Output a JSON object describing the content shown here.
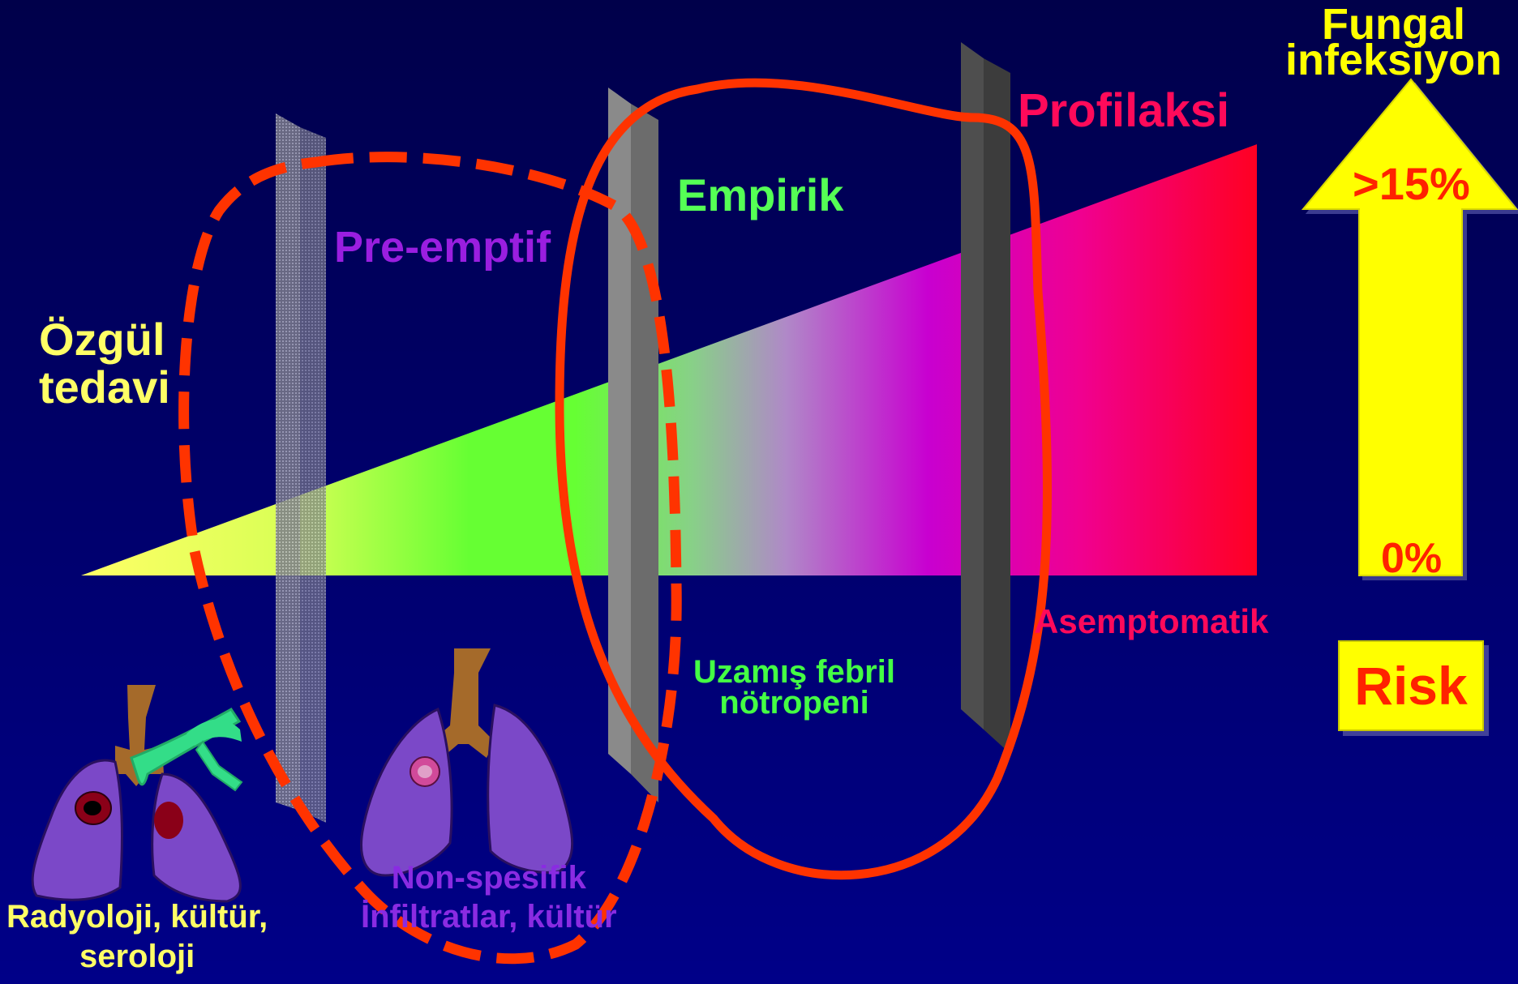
{
  "labels": {
    "ozgul_line1": "Özgül",
    "ozgul_line2": "tedavi",
    "preemptif": "Pre-emptif",
    "empirik": "Empirik",
    "profilaksi": "Profilaksi",
    "asemptomatik": "Asemptomatik",
    "uzamis_line1": "Uzamış febril",
    "uzamis_line2": "nötropeni",
    "fungal_line1": "Fungal",
    "fungal_line2": "infeksiyon",
    "risk_high": ">15%",
    "risk_low": "0%",
    "risk": "Risk",
    "radyoloji_line1": "Radyoloji, kültür,",
    "radyoloji_line2": "seroloji",
    "nonspesifik_line1": "Non-spesifik",
    "nonspesifik_line2": "İnfiltratlar, kültür"
  },
  "colors": {
    "background": "#00006e",
    "wedge_start": "#ffff66",
    "wedge_green": "#66ff33",
    "wedge_magenta": "#cc00cc",
    "wedge_end": "#ff0022",
    "outline_red": "#ff3300",
    "arrow_yellow": "#ffff00",
    "lung_purple": "#7b48c8"
  },
  "icons": [
    "left-lungs-with-lesions",
    "middle-lungs-with-lesion",
    "risk-up-arrow"
  ]
}
